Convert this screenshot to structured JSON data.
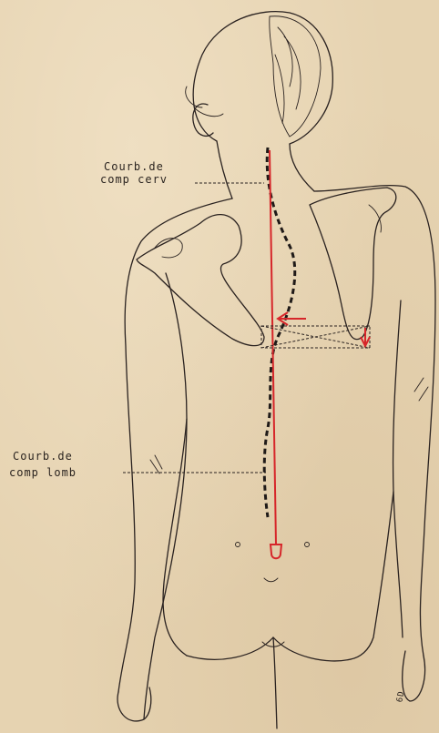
{
  "labels": {
    "cervical_line1": "Courb.de",
    "cervical_line2": "comp cerv",
    "lumbar_line1": "Courb.de",
    "lumbar_line2": "comp lomb",
    "signature": "6D"
  },
  "colors": {
    "paper": "#e6d3b1",
    "ink": "#2a2220",
    "plumb_line": "#d6262a"
  }
}
